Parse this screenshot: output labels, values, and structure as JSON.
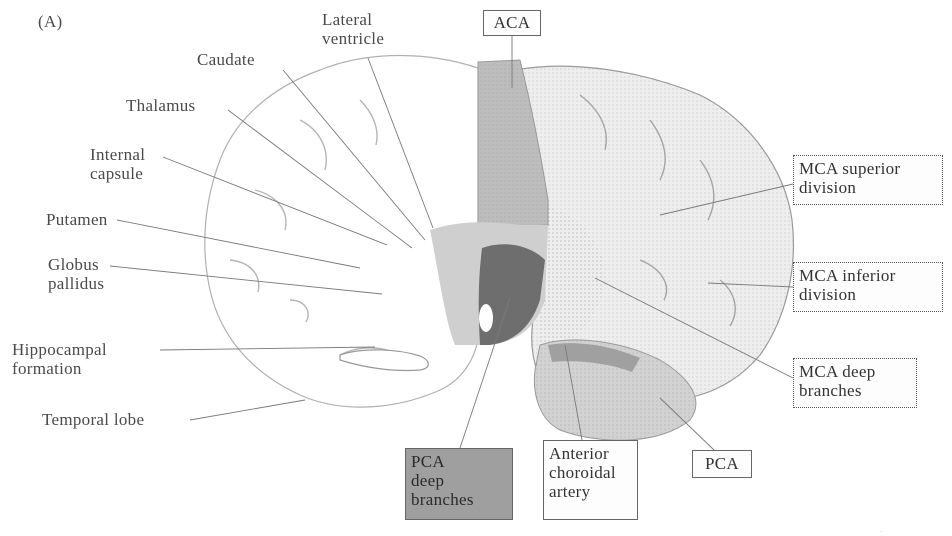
{
  "panel_label": "(A)",
  "labels": {
    "lateral_ventricle": "Lateral\nventricle",
    "caudate": "Caudate",
    "thalamus": "Thalamus",
    "internal_capsule": "Internal\ncapsule",
    "putamen": "Putamen",
    "globus_pallidus": "Globus\npallidus",
    "hippocampal_formation": "Hippocampal\nformation",
    "temporal_lobe": "Temporal lobe"
  },
  "territories": {
    "aca": "ACA",
    "mca_superior": "MCA superior\ndivision",
    "mca_inferior": "MCA inferior\ndivision",
    "mca_deep": "MCA deep\nbranches",
    "pca_deep": "PCA\ndeep\nbranches",
    "anterior_choroidal": "Anterior\nchoroidal\nartery",
    "pca": "PCA"
  },
  "colors": {
    "aca_fill": "#b9b9b9",
    "pca_deep_fill": "#6e6e6e",
    "anterior_choroidal_fill": "#9a9a9a",
    "mca_fill": "#e6e6e6",
    "pca_fill": "#cfcfcf",
    "outline": "#8a8a8a",
    "leader": "#7a7a7a"
  }
}
